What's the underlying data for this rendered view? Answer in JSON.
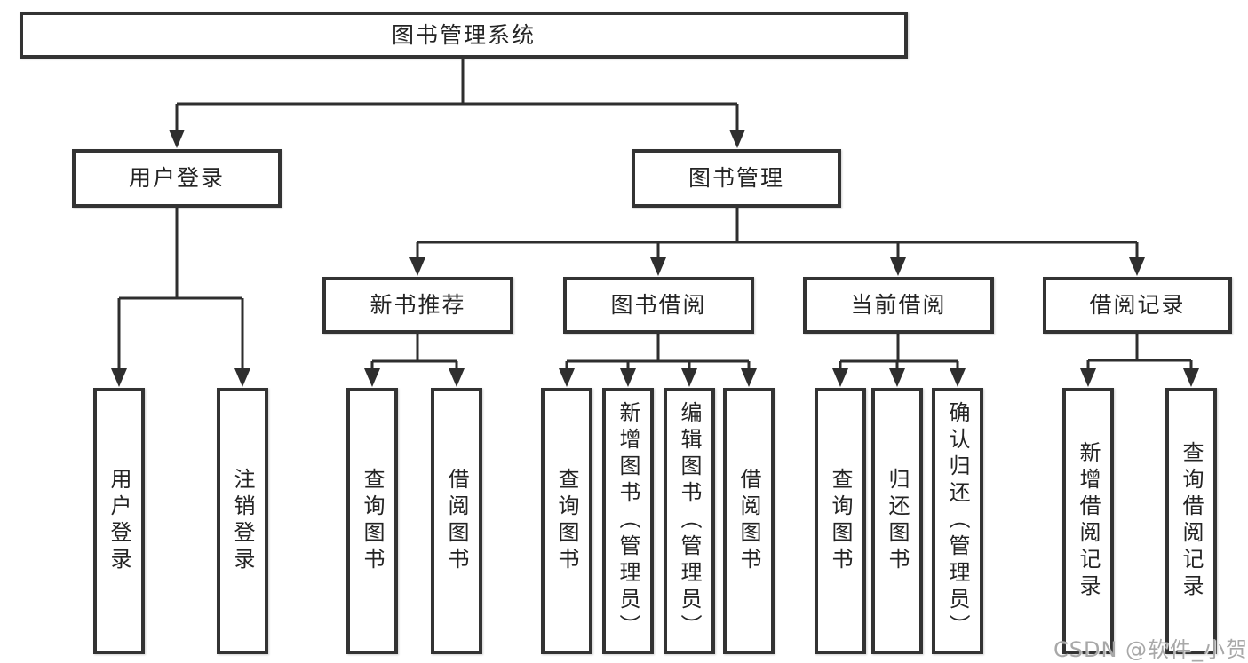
{
  "colors": {
    "line": "#2e2e2e",
    "box_border": "#333333",
    "box_background": "#ffffff",
    "text": "#242424",
    "watermark": "#a8a8a8",
    "page_background": "#ffffff"
  },
  "watermark": "CSDN @软件_小贺同学",
  "tree": {
    "root": {
      "label": "图书管理系统"
    },
    "children": [
      {
        "label": "用户登录",
        "children": [
          {
            "label": "用户登录"
          },
          {
            "label": "注销登录"
          }
        ]
      },
      {
        "label": "图书管理",
        "children": [
          {
            "label": "新书推荐",
            "children": [
              {
                "label": "查询图书"
              },
              {
                "label": "借阅图书"
              }
            ]
          },
          {
            "label": "图书借阅",
            "children": [
              {
                "label": "查询图书"
              },
              {
                "label": "新增图书（管理员）"
              },
              {
                "label": "编辑图书（管理员）"
              },
              {
                "label": "借阅图书"
              }
            ]
          },
          {
            "label": "当前借阅",
            "children": [
              {
                "label": "查询图书"
              },
              {
                "label": "归还图书"
              },
              {
                "label": "确认归还（管理员）"
              }
            ]
          },
          {
            "label": "借阅记录",
            "children": [
              {
                "label": "新增借阅记录"
              },
              {
                "label": "查询借阅记录"
              }
            ]
          }
        ]
      }
    ]
  }
}
